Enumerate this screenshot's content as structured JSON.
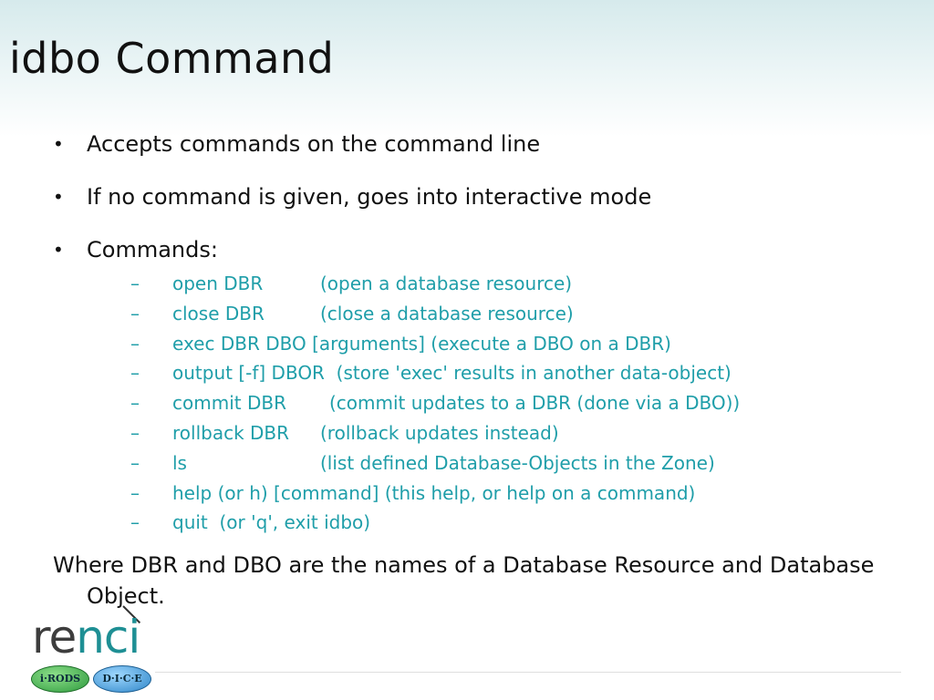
{
  "slide": {
    "title": "idbo Command",
    "bullets": [
      {
        "marker": "•",
        "text": "Accepts commands on the command line"
      },
      {
        "marker": "•",
        "text": "If no command is given, goes into interactive mode"
      },
      {
        "marker": "•",
        "text": "Commands:"
      }
    ],
    "commands": [
      {
        "dash": "–",
        "name": "open DBR",
        "desc": "(open a database resource)"
      },
      {
        "dash": "–",
        "name": "close DBR",
        "desc": "(close a database resource)"
      },
      {
        "dash": "–",
        "name": "exec DBR DBO [arguments]",
        "desc": "(execute a DBO on a DBR)"
      },
      {
        "dash": "–",
        "name": "output [-f] DBOR",
        "desc": "(store 'exec' results in another data-object)"
      },
      {
        "dash": "–",
        "name": "commit DBR",
        "desc": "(commit updates to a DBR (done via a DBO))"
      },
      {
        "dash": "–",
        "name": "rollback DBR",
        "desc": "(rollback updates instead)"
      },
      {
        "dash": "–",
        "name": "ls",
        "desc": "(list defined Database-Objects in the Zone)"
      },
      {
        "dash": "–",
        "name": "help (or h) [command]",
        "desc": "(this help, or help on a command)"
      },
      {
        "dash": "–",
        "name": "quit",
        "desc": "(or 'q', exit idbo)"
      }
    ],
    "footer_text": "Where DBR and DBO are the names of a Database Resource and Database Object."
  },
  "logo": {
    "word_part1": "re",
    "word_part2": "nci",
    "badge_left": "i·RODS",
    "badge_right": "D·I·C·E",
    "colors": {
      "re": "#3d3d3d",
      "nci": "#1e8f94",
      "irods": "#2e9a3e",
      "dice": "#2f86c8"
    }
  },
  "theme": {
    "accent": "#1f9ea9",
    "text": "#111111"
  }
}
